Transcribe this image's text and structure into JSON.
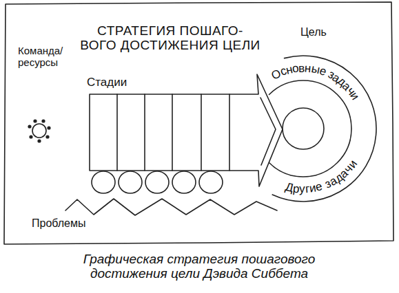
{
  "diagram": {
    "title": "СТРАТЕГИЯ ПОШАГО- ВОГО ДОСТИЖЕНИЯ ЦЕЛИ",
    "caption": "Графическая стратегия пошагового достижения цели Дэвида Сиббета",
    "labels": [
      "Команда/ ресурсы",
      "Цель",
      "Стадии",
      "Основные задачи",
      "Другие задачи",
      "Проблемы"
    ]
  }
}
